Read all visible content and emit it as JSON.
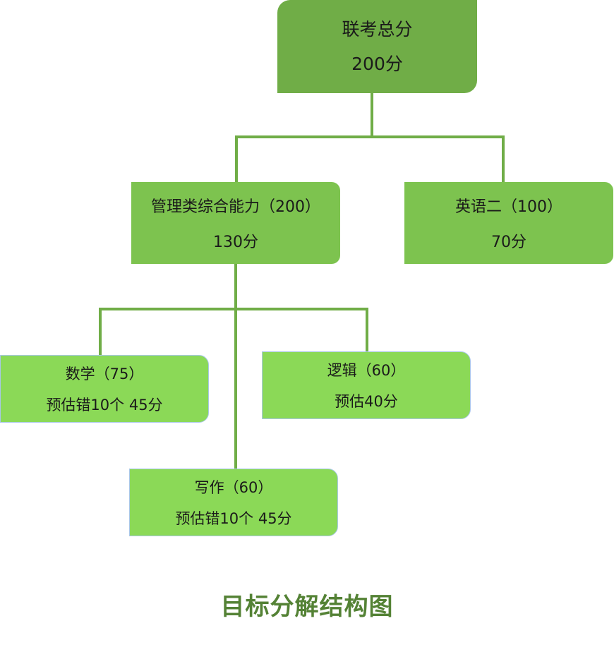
{
  "colors": {
    "root_fill": "#70ad47",
    "level2_fill": "#7dc34f",
    "level3_fill": "#8bd957",
    "level3_border": "#a9c7e8",
    "connector": "#70ad47",
    "title": "#548235"
  },
  "root": {
    "label": "联考总分",
    "score": "200分"
  },
  "level2": {
    "management": {
      "label": "管理类综合能力（200）",
      "score": "130分"
    },
    "english": {
      "label": "英语二（100）",
      "score": "70分"
    }
  },
  "level3": {
    "math": {
      "label": "数学（75）",
      "estimate": "预估错10个 45分"
    },
    "logic": {
      "label": "逻辑（60）",
      "estimate": "预估40分"
    },
    "writing": {
      "label": "写作（60）",
      "estimate": "预估错10个 45分"
    }
  },
  "caption": "目标分解结构图"
}
